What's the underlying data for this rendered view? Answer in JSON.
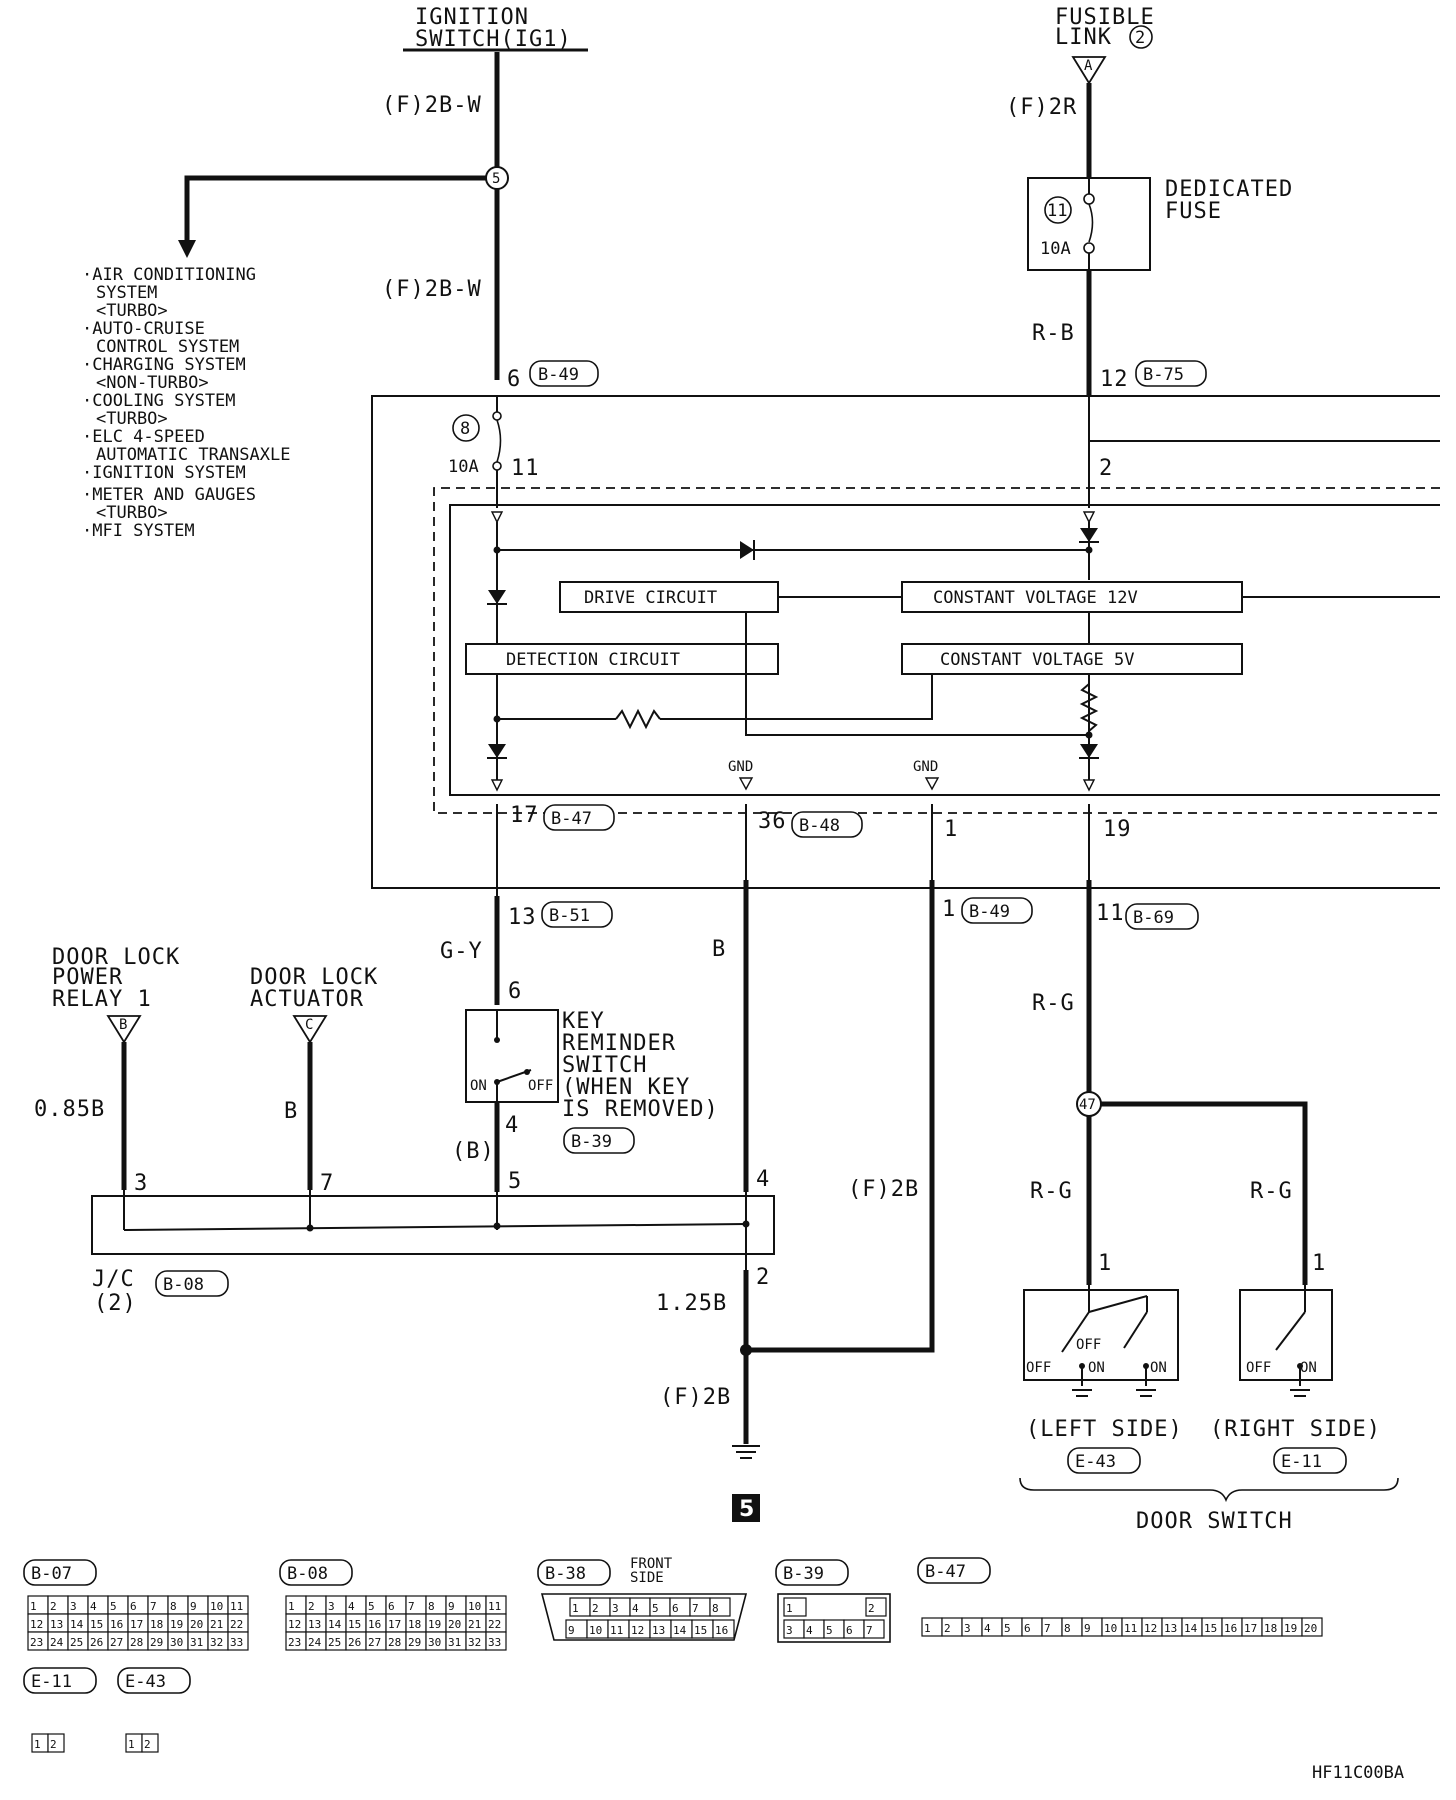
{
  "sources": {
    "ignition": {
      "line1": "IGNITION",
      "line2": "SWITCH(IG1)"
    },
    "fusible": {
      "line1": "FUSIBLE",
      "line2": "LINK",
      "num": "2",
      "pin": "A"
    }
  },
  "wires": {
    "ign_top": "(F)2B-W",
    "ign_mid": "(F)2B-W",
    "fusible_top": "(F)2R",
    "fuse_out": "R-B",
    "gy": "G-Y",
    "b_mid": "B",
    "b_relay": "0.85B",
    "b_actuator": "B",
    "b_paren": "(B)",
    "f2b_right": "(F)2B",
    "b125": "1.25B",
    "f2b_ground": "(F)2B",
    "rg_main": "R-G",
    "rg_left": "R-G",
    "rg_right": "R-G"
  },
  "junction_5": "5",
  "junction_47": "47",
  "systems": [
    "·AIR CONDITIONING",
    "SYSTEM",
    "<TURBO>",
    "·AUTO-CRUISE",
    "CONTROL SYSTEM",
    "·CHARGING SYSTEM",
    "<NON-TURBO>",
    "·COOLING SYSTEM",
    "<TURBO>",
    "·ELC 4-SPEED",
    "AUTOMATIC TRANSAXLE",
    "·IGNITION SYSTEM",
    "·METER AND GAUGES",
    "<TURBO>",
    "·MFI SYSTEM"
  ],
  "dedicated_fuse": {
    "line1": "DEDICATED",
    "line2": "FUSE",
    "num": "11",
    "amp": "10A"
  },
  "fuse8": {
    "num": "8",
    "amp": "10A"
  },
  "pins": {
    "p6": "6",
    "c_b49": "B-49",
    "p12": "12",
    "c_b75": "B-75",
    "p11": "11",
    "p2": "2",
    "p17": "17",
    "c_b47": "B-47",
    "p36": "36",
    "c_b48": "B-48",
    "p1": "1",
    "p19": "19",
    "p13": "13",
    "c_b51": "B-51",
    "p1b": "1",
    "c_b49b": "B-49",
    "p11b": "11",
    "c_b69": "B-69",
    "sw6": "6",
    "sw4": "4",
    "c_b39": "B-39",
    "jc3": "3",
    "jc7": "7",
    "jc5": "5",
    "jc4": "4",
    "jc2": "2",
    "ds_l1": "1",
    "ds_r1": "1"
  },
  "module": {
    "drive": "DRIVE CIRCUIT",
    "cv12": "CONSTANT VOLTAGE 12V",
    "detect": "DETECTION CIRCUIT",
    "cv5": "CONSTANT VOLTAGE 5V",
    "gnd1": "GND",
    "gnd2": "GND"
  },
  "relay": {
    "line1": "DOOR LOCK",
    "line2": "POWER",
    "line3": "RELAY 1",
    "pin": "B"
  },
  "actuator": {
    "line1": "DOOR LOCK",
    "line2": "ACTUATOR",
    "pin": "C"
  },
  "key_switch": {
    "line1": "KEY",
    "line2": "REMINDER",
    "line3": "SWITCH",
    "line4": "(WHEN KEY",
    "line5": "IS REMOVED)",
    "on": "ON",
    "off": "OFF"
  },
  "jc": {
    "line1": "J/C",
    "line2": "(2)",
    "conn": "B-08"
  },
  "ground": "5",
  "door_switch": {
    "left": "(LEFT SIDE)",
    "right": "(RIGHT SIDE)",
    "left_conn": "E-43",
    "right_conn": "E-11",
    "title": "DOOR SWITCH",
    "off": "OFF",
    "on": "ON"
  },
  "connectors": {
    "b07": "B-07",
    "b08": "B-08",
    "b38": "B-38",
    "front_side": "FRONT SIDE",
    "b39": "B-39",
    "b47": "B-47",
    "e11": "E-11",
    "e43": "E-43"
  },
  "code": "HF11C00BA"
}
